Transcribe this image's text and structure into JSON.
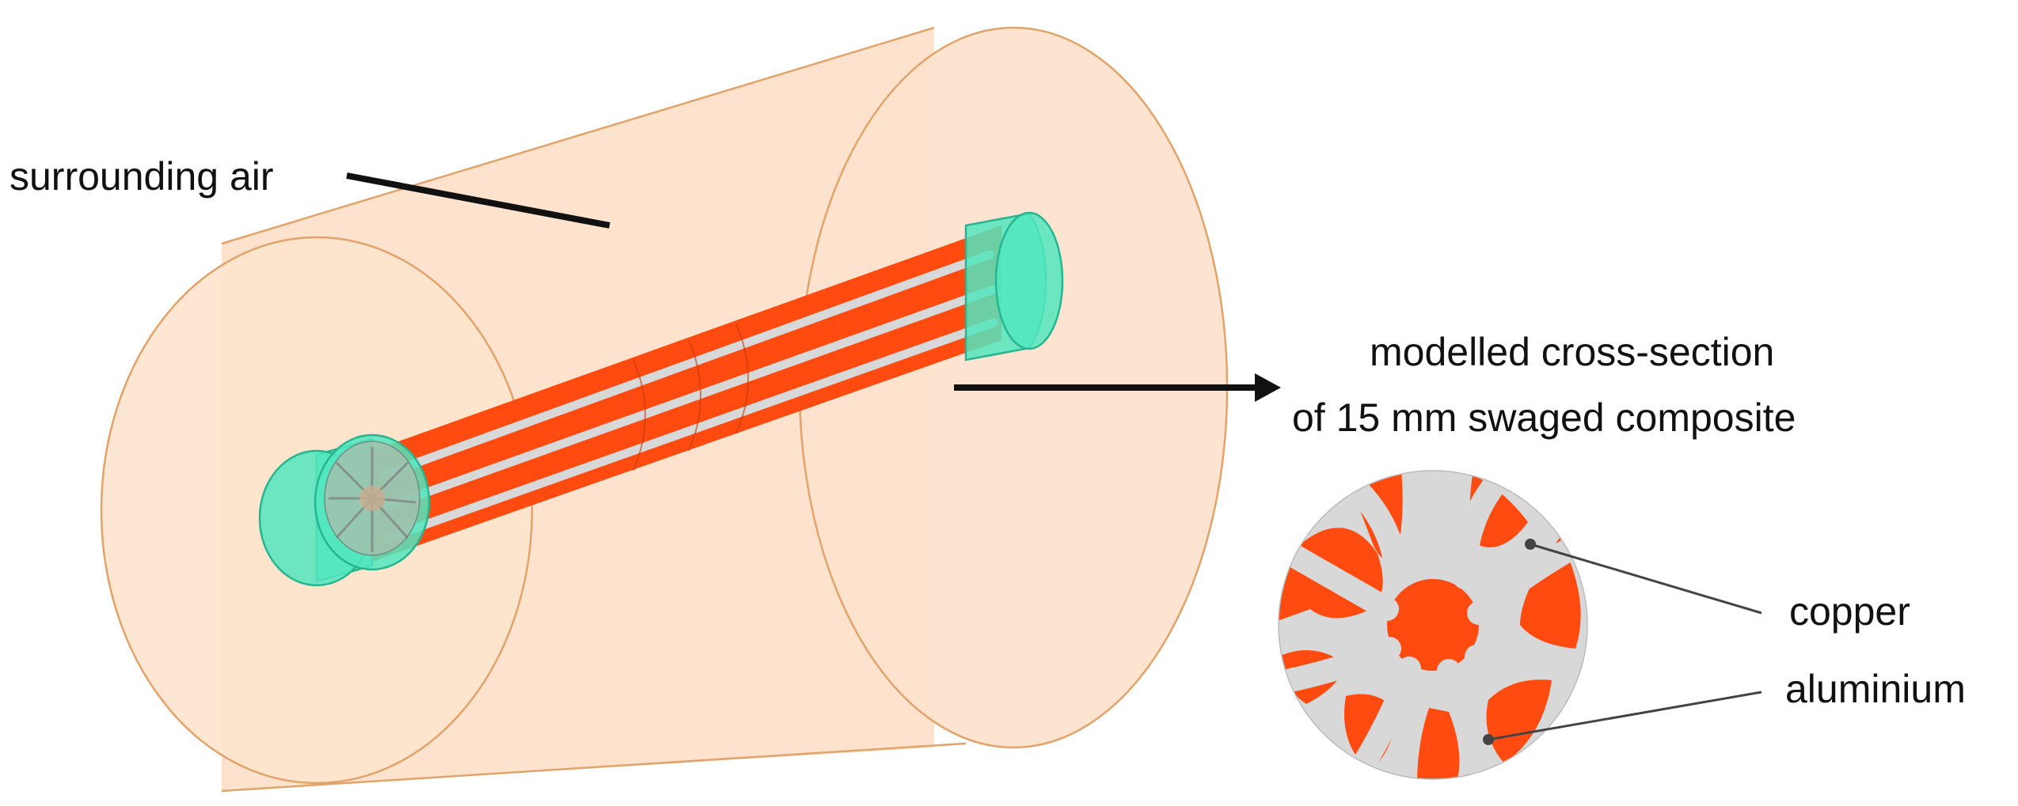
{
  "labels": {
    "air": "surrounding air",
    "section_line1": "modelled cross-section",
    "section_line2": "of 15 mm swaged composite",
    "copper": "copper",
    "aluminium": "aluminium"
  },
  "colors": {
    "air_fill": "#fde3cd",
    "air_stroke": "#e2a36a",
    "copper": "#ff4a10",
    "aluminium": "#d8d8d8",
    "end_cap": "#52e6be",
    "end_cap_stroke": "#26b590",
    "pointer": "#111111"
  }
}
